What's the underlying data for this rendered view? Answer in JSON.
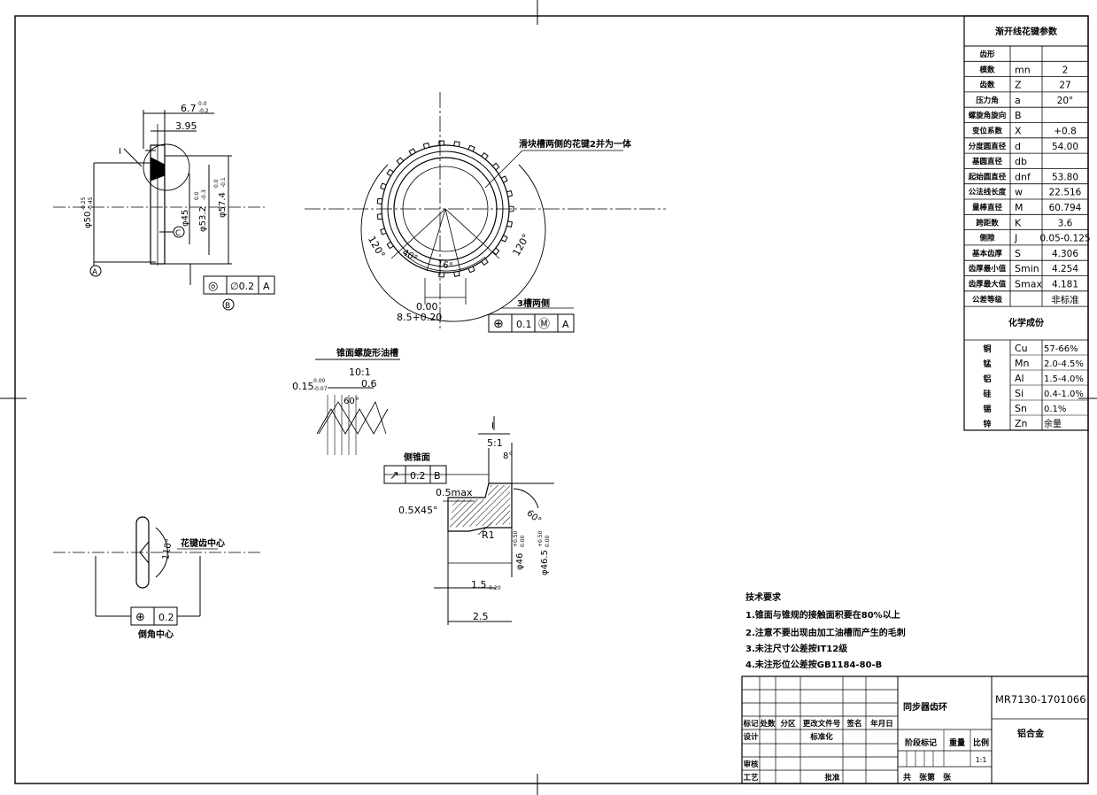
{
  "spline_table": {
    "title": "渐开线花键参数",
    "rows": [
      {
        "name": "齿形",
        "sym": "",
        "val": ""
      },
      {
        "name": "模数",
        "sym": "mn",
        "val": "2"
      },
      {
        "name": "齿数",
        "sym": "Z",
        "val": "27"
      },
      {
        "name": "压力角",
        "sym": "a",
        "val": "20°"
      },
      {
        "name": "螺旋角旋向",
        "sym": "B",
        "val": ""
      },
      {
        "name": "变位系数",
        "sym": "X",
        "val": "+0.8"
      },
      {
        "name": "分度圆直径",
        "sym": "d",
        "val": "54.00"
      },
      {
        "name": "基圆直径",
        "sym": "db",
        "val": ""
      },
      {
        "name": "起始圆直径",
        "sym": "dnf",
        "val": "53.80"
      },
      {
        "name": "公法线长度",
        "sym": "w",
        "val": "22.516"
      },
      {
        "name": "量棒直径",
        "sym": "M",
        "val": "60.794"
      },
      {
        "name": "跨距数",
        "sym": "K",
        "val": "3.6"
      },
      {
        "name": "侧隙",
        "sym": "J",
        "val": "0.05-0.125"
      },
      {
        "name": "基本齿厚",
        "sym": "S",
        "val": "4.306"
      },
      {
        "name": "齿厚最小值",
        "sym": "Smin",
        "val": "4.254"
      },
      {
        "name": "齿厚最大值",
        "sym": "Smax",
        "val": "4.181"
      },
      {
        "name": "公差等级",
        "sym": "",
        "val": "非标准"
      }
    ],
    "chem_title": "化学成份",
    "chem_rows": [
      {
        "name": "铜",
        "sym": "Cu",
        "val": "57-66%"
      },
      {
        "name": "锰",
        "sym": "Mn",
        "val": "2.0-4.5%"
      },
      {
        "name": "铝",
        "sym": "Al",
        "val": "1.5-4.0%"
      },
      {
        "name": "硅",
        "sym": "Si",
        "val": "0.4-1.0%"
      },
      {
        "name": "锡",
        "sym": "Sn",
        "val": "0.1%"
      },
      {
        "name": "锌",
        "sym": "Zn",
        "val": "余量"
      }
    ]
  },
  "tech_req": {
    "title": "技术要求",
    "items": [
      "1.锥面与锥规的接触面积要在80%以上",
      "2.注意不要出现由加工油槽而产生的毛刺",
      "3.未注尺寸公差按IT12级",
      "4.未注形位公差按GB1184-80-B"
    ]
  },
  "title_block": {
    "part_name": "同步器齿环",
    "drawing_no": "MR7130-1701066",
    "material": "铝合金",
    "header_cells": [
      "标记",
      "处数",
      "分区",
      "更改文件号",
      "签名",
      "年月日"
    ],
    "design": "设计",
    "standardize": "标准化",
    "review": "审核",
    "process": "工艺",
    "approve": "批准",
    "stage_mark": "阶段标记",
    "weight": "重量",
    "scale_label": "比例",
    "scale": "1:1",
    "sheets": "共　张第　张"
  },
  "view_left": {
    "dims": [
      "6.7",
      "0.0",
      "-0.2",
      "3.95",
      "I",
      "φ50",
      "-0.25",
      "-0.45",
      "φ45",
      "φ53.2",
      "0.0",
      "-0.3",
      "φ57.4",
      "0.0",
      "-0.1"
    ],
    "datum_a": "A",
    "datum_b": "B",
    "datum_c": "C",
    "fcf": {
      "sym": "◎",
      "tol": "∅0.2",
      "ref": "A"
    }
  },
  "view_front": {
    "note": "滑块槽两侧的花键2并为一体",
    "angle1": "120°",
    "angle2": "120°",
    "angle3": "40°",
    "angle4": "16°",
    "dim_top": "0.00",
    "dim_bottom": "8.5+0.20",
    "slot_label": "3槽两侧",
    "fcf": {
      "sym": "⊕",
      "tol": "0.1",
      "mod": "Ⓜ",
      "ref": "A"
    }
  },
  "detail_groove": {
    "title": "锥面螺旋形油槽",
    "scale": "10:1",
    "dim1": "0.15",
    "dim1_up": "0.00",
    "dim1_dn": "-0.07",
    "dim2": "0.6",
    "angle": "60°"
  },
  "detail_i": {
    "label": "I",
    "scale": "5:1",
    "angle_top": "8°",
    "angle_side": "60°",
    "cone_label": "侧锥面",
    "fcf": {
      "sym": "↗",
      "tol": "0.2",
      "ref": "B"
    },
    "dim_05max": "0.5max",
    "chamfer": "0.5X45°",
    "radius": "R1",
    "d1": "φ46",
    "d1_up": "+0.50",
    "d1_dn": "0.00",
    "d2": "φ46.5",
    "d2_up": "+0.50",
    "d2_dn": "0.00",
    "w1": "1.5",
    "w1_tol": "-0.20",
    "w2": "2.5"
  },
  "detail_tooth": {
    "label": "花键齿中心",
    "angle": "110°",
    "fcf": {
      "sym": "⊕",
      "tol": "0.2"
    },
    "bottom_label": "倒角中心"
  }
}
